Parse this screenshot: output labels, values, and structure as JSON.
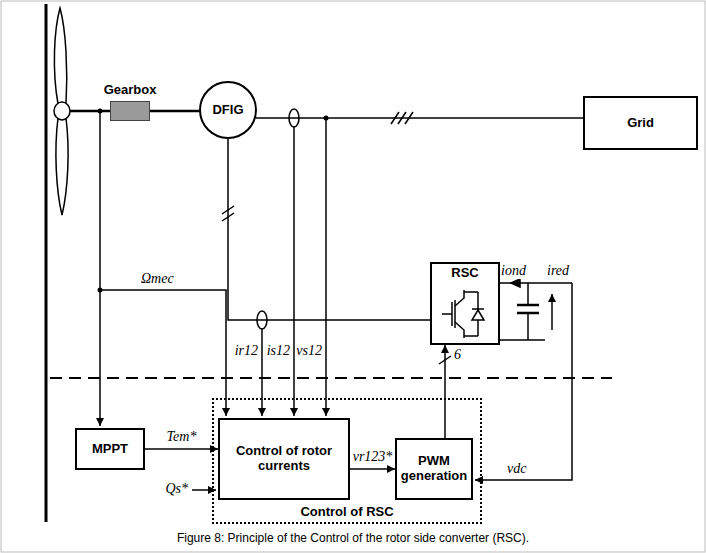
{
  "diagram": {
    "caption": "Figure 8: Principle of the Control of the rotor side converter (RSC).",
    "nodes": [
      {
        "text": [
          "Gearbox"
        ]
      },
      {
        "text": [
          "DFIG"
        ]
      },
      {
        "text": [
          "Grid"
        ]
      },
      {
        "text": [
          "RSC"
        ]
      },
      {
        "text": [
          "MPPT"
        ]
      },
      {
        "text": [
          "Control of RSC"
        ]
      },
      {
        "text": [
          "Control of rotor currents"
        ],
        "in": 5
      },
      {
        "text": [
          "PWM generation"
        ],
        "in": 5
      }
    ],
    "edges": [
      {
        "from": 0,
        "to": 1,
        "arrow": "none"
      },
      {
        "from": 1,
        "to": 2,
        "arrow": "none"
      },
      {
        "from": 1,
        "to": 3,
        "arrow": "none"
      },
      {
        "from": 4,
        "to": 6,
        "arrow": "to",
        "label": "Tem*"
      },
      {
        "from": 6,
        "to": 7,
        "arrow": "to",
        "label": "vr123*"
      },
      {
        "from": 7,
        "to": 3,
        "arrow": "to",
        "label": "6"
      }
    ],
    "labels": [
      "Ωmec",
      "Qs*",
      "ir12",
      "is12",
      "vs12",
      "vdc",
      "iond",
      "ired"
    ]
  }
}
